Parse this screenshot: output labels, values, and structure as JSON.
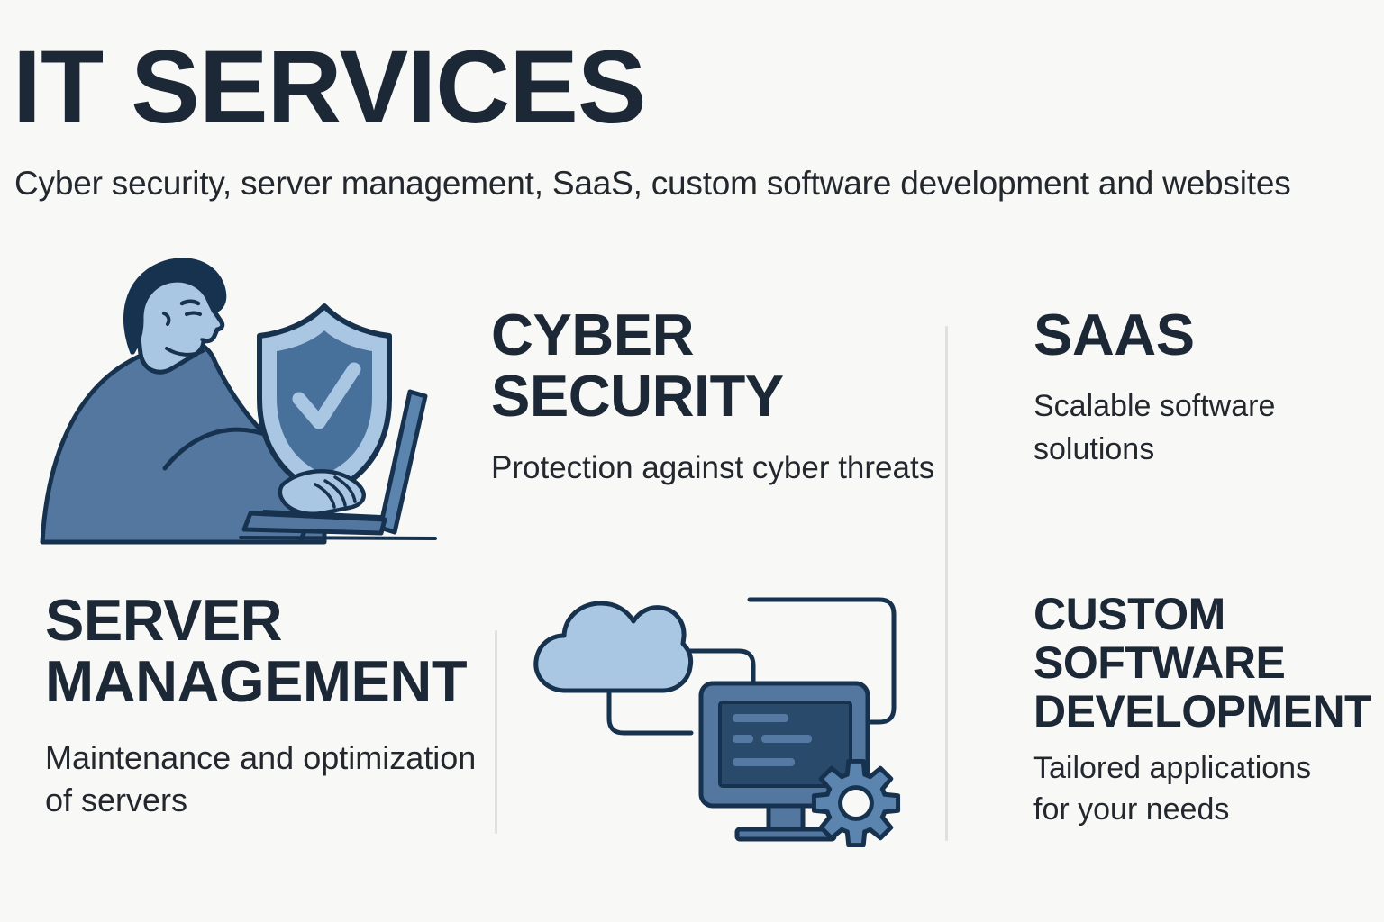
{
  "header": {
    "title": "IT SERVICES",
    "subtitle": "Cyber security, server management, SaaS, custom software development and websites"
  },
  "services": [
    {
      "id": "cyber-security",
      "title": "CYBER SECURITY",
      "title_lines": [
        "CYBER",
        "SECURITY"
      ],
      "description": "Protection against cyber threats"
    },
    {
      "id": "saas",
      "title": "SAAS",
      "title_lines": [
        "SAAS"
      ],
      "description": "Scalable software solutions"
    },
    {
      "id": "server-management",
      "title": "SERVER MANAGEMENT",
      "title_lines": [
        "SERVER",
        "MANAGEMENT"
      ],
      "description": "Maintenance and optimization of servers"
    },
    {
      "id": "custom-software-development",
      "title": "CUSTOM SOFTWARE DEVELOPMENT",
      "title_lines": [
        "CUSTOM",
        "SOFTWARE",
        "DEVELOPMENT"
      ],
      "description": "Tailored applications for your needs"
    }
  ],
  "illustrations": [
    {
      "name": "person-at-laptop-with-shield",
      "icons": [
        "person-figure",
        "shield-check-icon",
        "laptop-icon"
      ]
    },
    {
      "name": "cloud-monitor-gear",
      "icons": [
        "cloud-icon",
        "connector-lines",
        "monitor-icon",
        "gear-icon"
      ]
    }
  ],
  "colors": {
    "background": "#f8f8f6",
    "heading_text": "#1c2836",
    "body_text": "#23282e",
    "divider": "#dee0e2",
    "outline_navy": "#16324f",
    "mid_blue": "#54779f",
    "mid_blue_light": "#5b84af",
    "light_blue": "#a9c6e3",
    "shield_inner_blue": "#47709b",
    "screen_dark_blue": "#2a4a6b",
    "code_bar_blue": "#547aa3"
  }
}
